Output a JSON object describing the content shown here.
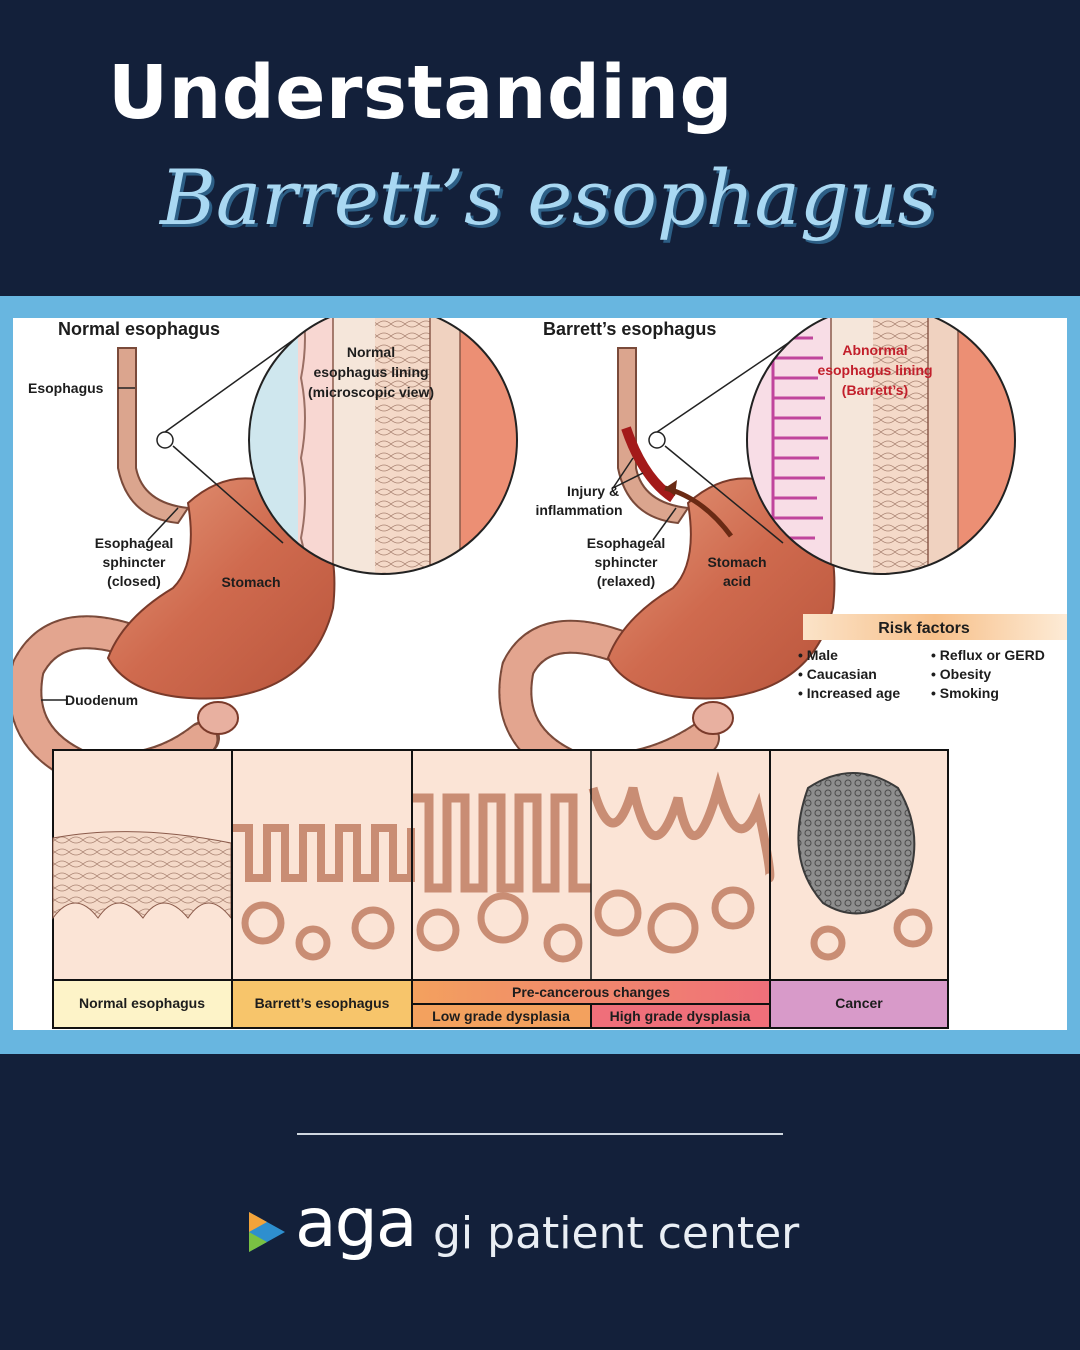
{
  "header": {
    "title_line1": "Understanding",
    "title_line2": "Barrett’s esophagus"
  },
  "diagram": {
    "normal": {
      "heading": "Normal esophagus",
      "esophagus": "Esophagus",
      "lining": [
        "Normal",
        "esophagus lining",
        "(microscopic view)"
      ],
      "sphincter": [
        "Esophageal",
        "sphincter",
        "(closed)"
      ],
      "stomach": "Stomach",
      "duodenum": "Duodenum"
    },
    "barretts": {
      "heading": "Barrett’s esophagus",
      "lining": [
        "Abnormal",
        "esophagus lining",
        "(Barrett’s)"
      ],
      "injury": [
        "Injury &",
        "inflammation"
      ],
      "sphincter": [
        "Esophageal",
        "sphincter",
        "(relaxed)"
      ],
      "acid": [
        "Stomach",
        "acid"
      ]
    },
    "risk": {
      "title": "Risk factors",
      "left": [
        "• Male",
        "• Caucasian",
        "• Increased age"
      ],
      "right": [
        "• Reflux or GERD",
        "• Obesity",
        "• Smoking"
      ]
    },
    "stages": {
      "normal": "Normal esophagus",
      "barretts": "Barrett’s esophagus",
      "precancer": "Pre-cancerous changes",
      "low": "Low grade dysplasia",
      "high": "High grade dysplasia",
      "cancer": "Cancer"
    },
    "colors": {
      "stomach": "#cf6a4e",
      "normal_stage": "#fdf3c8",
      "barretts_stage": "#f7c56b",
      "low_stage": "#f3a15e",
      "high_stage": "#ef6f7a",
      "cancer_stage": "#d89ac9"
    }
  },
  "footer": {
    "brand": "aga",
    "tagline": "gi patient center"
  }
}
